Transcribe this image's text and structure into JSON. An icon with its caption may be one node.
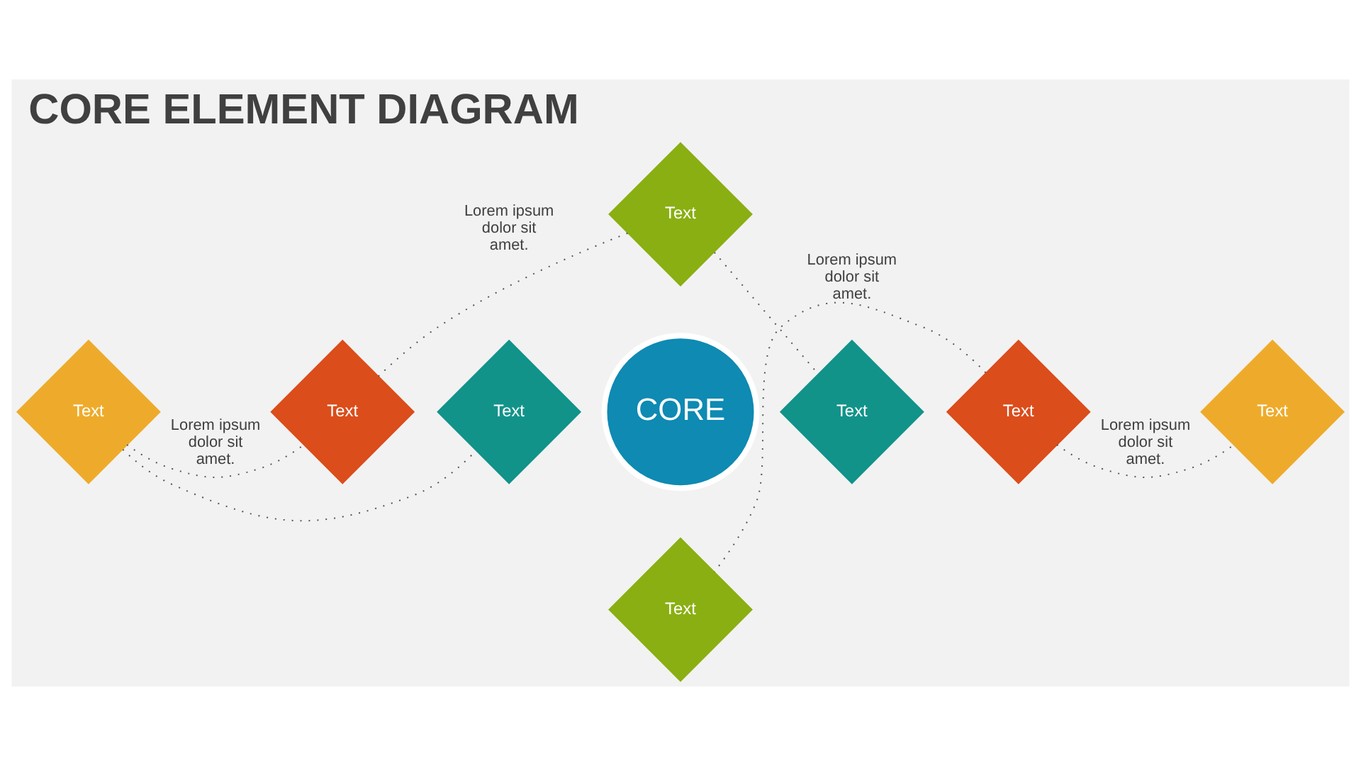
{
  "diagram": {
    "title": "CORE ELEMENT DIAGRAM",
    "nodes": [
      {
        "text": [
          "Text"
        ]
      },
      {
        "text": [
          "Text"
        ]
      },
      {
        "text": [
          "Text"
        ]
      },
      {
        "text": [
          "Text"
        ]
      },
      {
        "text": [
          "CORE"
        ]
      },
      {
        "text": [
          "Text"
        ]
      },
      {
        "text": [
          "Text"
        ]
      },
      {
        "text": [
          "Text"
        ]
      },
      {
        "text": [
          "Text"
        ]
      }
    ],
    "edges": [
      {
        "from": 1,
        "to": 3,
        "arrow": "none"
      },
      {
        "from": 2,
        "to": 0,
        "arrow": "none",
        "label": "Lorem ipsum dolor sit amet."
      },
      {
        "from": 0,
        "to": 5,
        "arrow": "none"
      },
      {
        "from": 6,
        "to": 7,
        "arrow": "none",
        "label": "Lorem ipsum dolor sit amet."
      },
      {
        "from": 1,
        "to": 2,
        "arrow": "none",
        "label": "Lorem ipsum dolor sit amet."
      },
      {
        "from": 6,
        "to": 8,
        "arrow": "none",
        "label": "Lorem ipsum dolor sit amet."
      }
    ]
  }
}
